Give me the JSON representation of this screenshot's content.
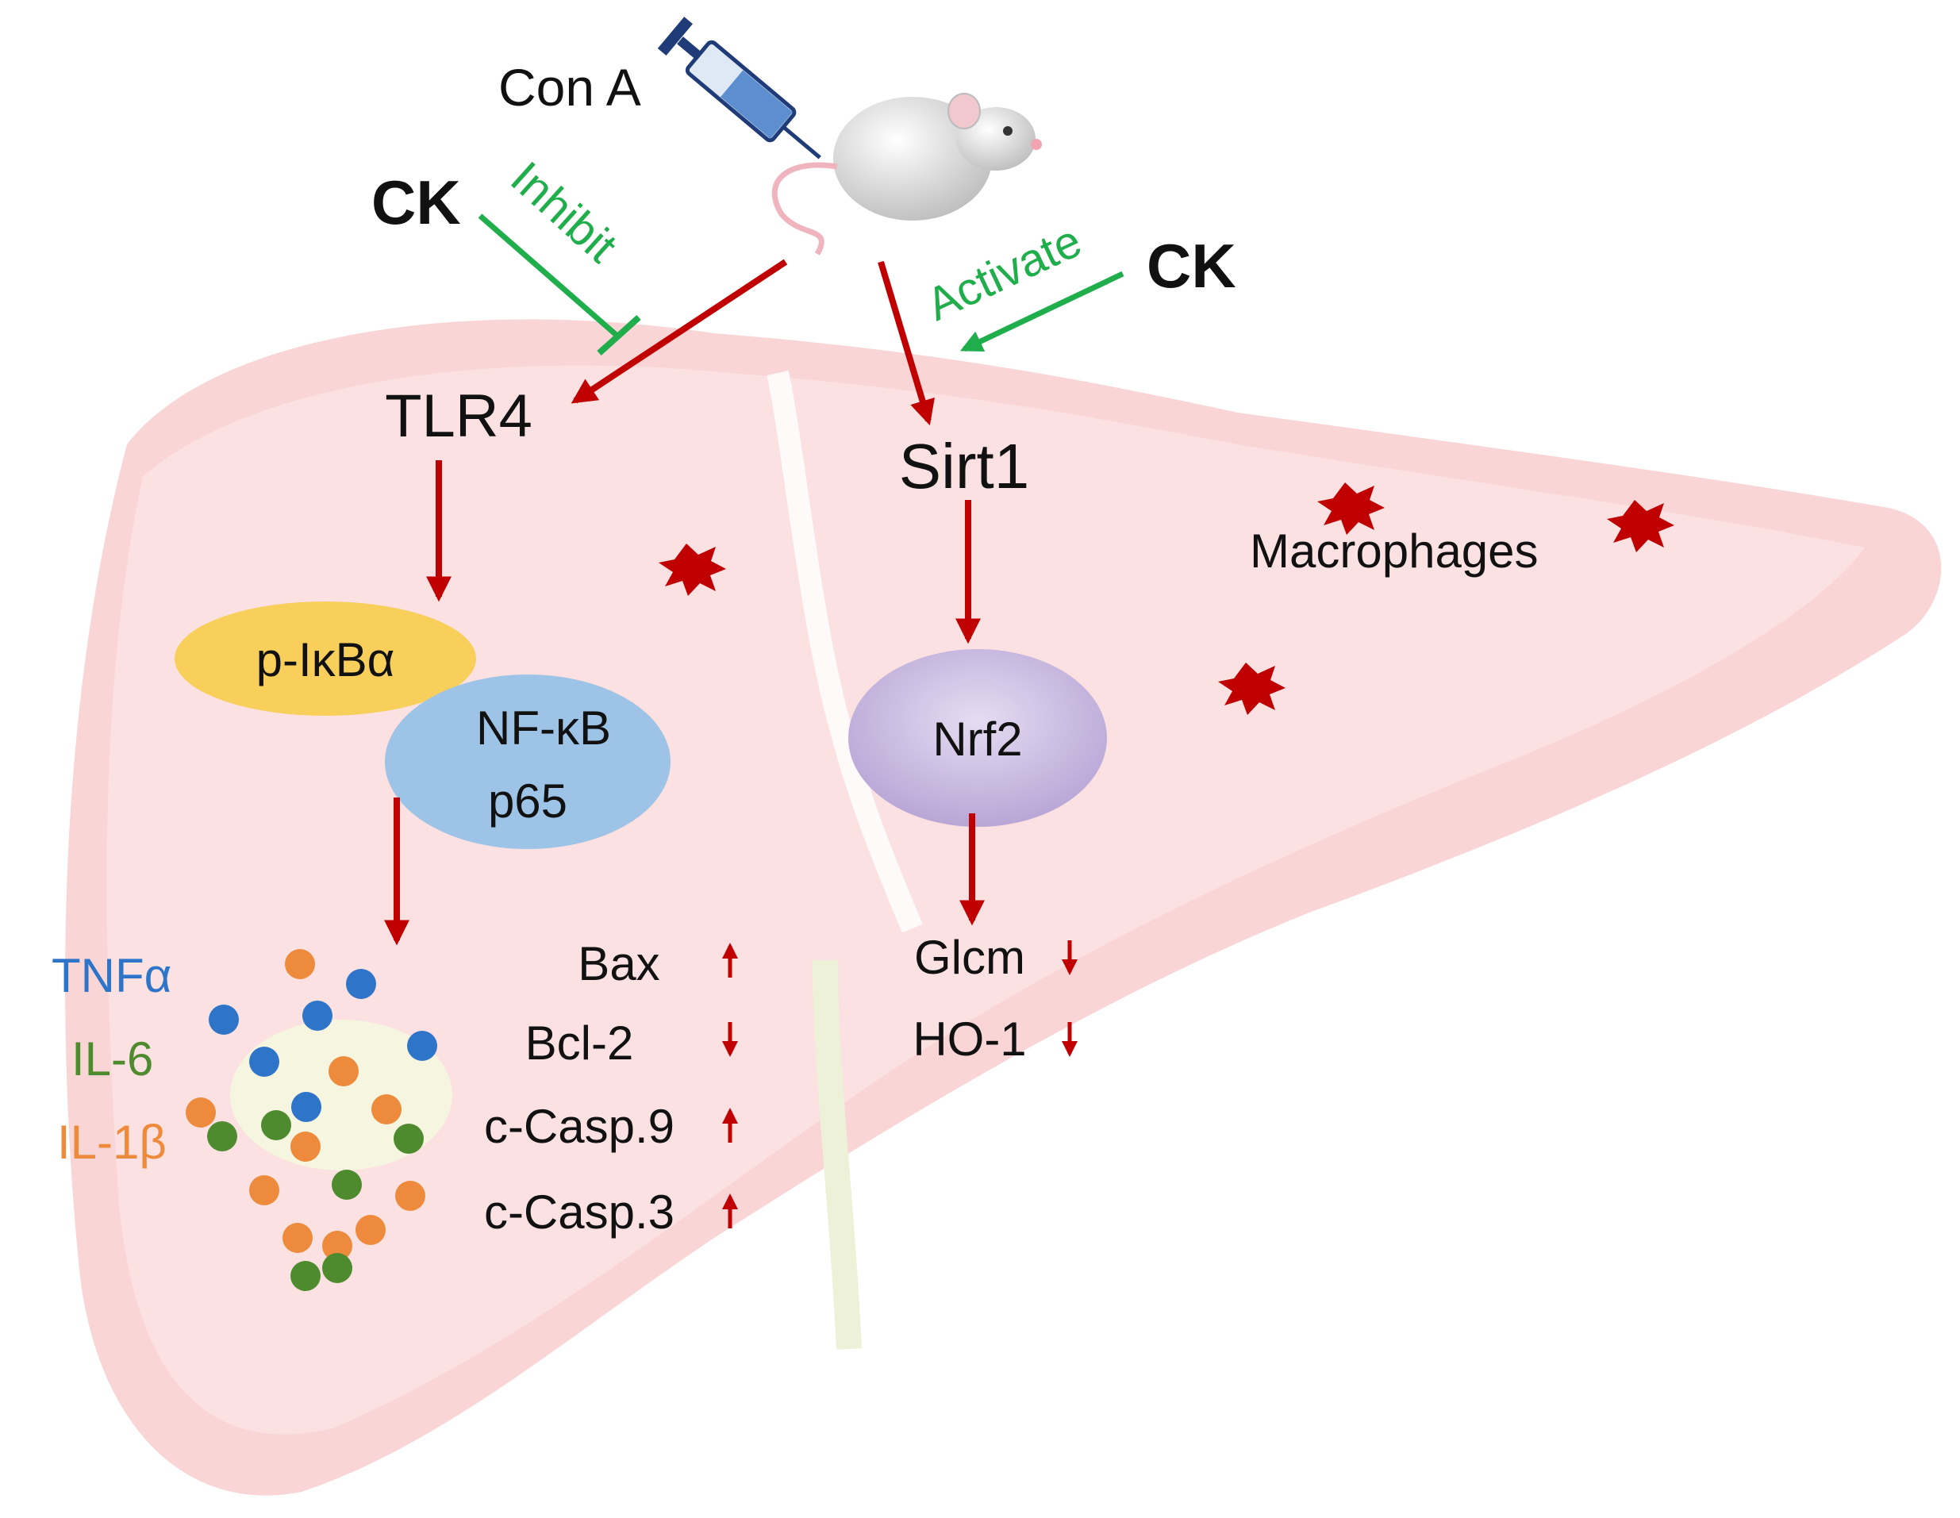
{
  "injection": {
    "label": "Con A"
  },
  "treatment": {
    "left_label": "CK",
    "left_action": "Inhibit",
    "right_label": "CK",
    "right_action": "Activate"
  },
  "pathway_left": {
    "receptor": "TLR4",
    "p_ikba": "p-IκBα",
    "nfkb_line1": "NF-κB",
    "nfkb_line2": "p65"
  },
  "pathway_right": {
    "sirt1": "Sirt1",
    "nrf2": "Nrf2"
  },
  "cytokines": [
    {
      "label": "TNFα",
      "color": "#2e74c8"
    },
    {
      "label": "IL-6",
      "color": "#4e8a2e"
    },
    {
      "label": "IL-1β",
      "color": "#ee8a3c"
    }
  ],
  "apoptosis_markers": [
    {
      "label": "Bax",
      "direction": "up"
    },
    {
      "label": "Bcl-2",
      "direction": "down"
    },
    {
      "label": "c-Casp.9",
      "direction": "up"
    },
    {
      "label": "c-Casp.3",
      "direction": "up"
    }
  ],
  "antioxidant_markers": [
    {
      "label": "Glcm",
      "direction": "down"
    },
    {
      "label": "HO-1",
      "direction": "down"
    }
  ],
  "cells": {
    "label": "Macrophages"
  },
  "colors": {
    "pathway_arrow": "#c00000",
    "treatment": "#1fae4b",
    "p_ikba_fill": "#f7cf5a",
    "nfkb_fill": "#9dc3e6",
    "nrf2_fill": "#c9b8e0",
    "liver": "#f2a4a4",
    "macrophage": "#c00000"
  },
  "icons": [
    "syringe-icon",
    "mouse-icon",
    "liver-illustration",
    "macrophage-icon"
  ]
}
